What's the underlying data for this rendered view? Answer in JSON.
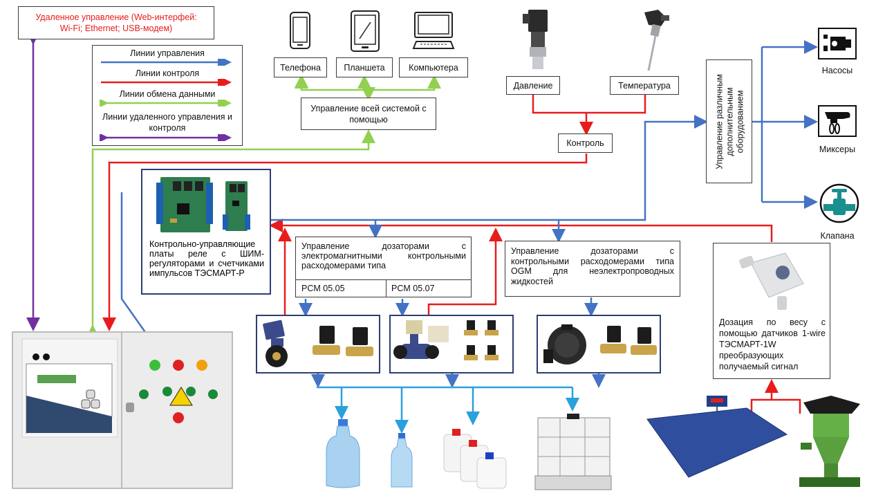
{
  "remote_box": {
    "line1": "Удаленное управление (Web-интерфей:",
    "line2": "Wi-Fi; Ethernet; USB-модем)"
  },
  "legend": [
    {
      "label": "Линии управления",
      "color": "#4472c4"
    },
    {
      "label": "Линии контроля",
      "color": "#e81c1c"
    },
    {
      "label": "Линии обмена данными",
      "color": "#92d050"
    },
    {
      "label": "Линии удаленного управления и контроля",
      "color": "#7030a0"
    }
  ],
  "devices": {
    "phone": "Телефона",
    "tablet": "Планшета",
    "computer": "Компьютера"
  },
  "system_control": "Управление всей системой с помощью",
  "sensors": {
    "pressure": "Давление",
    "temperature": "Температура"
  },
  "control": "Контроль",
  "equipment_control": "Управление различным дополнительным оборудованием",
  "equipment": {
    "pumps": "Насосы",
    "mixers": "Миксеры",
    "valves": "Клапана"
  },
  "boards_caption": "Контрольно-управляющие платы реле с ШИМ-регуляторами и счетчиками импульсов ТЭСМАРТ-Р",
  "em_dosing": {
    "text": "Управление дозаторами с электромагнитными контрольными расходомерами типа",
    "type1": "PCM 05.05",
    "type2": "PCM 05.07"
  },
  "ogm_dosing": "Управление дозаторами с контрольными расходомерами типа OGM для неэлектропроводных жидкостей",
  "weight_dosing": "Дозация по весу с помощью датчиков 1-wire ТЭСМАРТ-1W преобразующих получаемый сигнал",
  "colors": {
    "control": "#4472c4",
    "monitor": "#e81c1c",
    "data": "#92d050",
    "remote": "#7030a0",
    "water": "#2aa0dc",
    "tile_border": "#2c3e70"
  }
}
